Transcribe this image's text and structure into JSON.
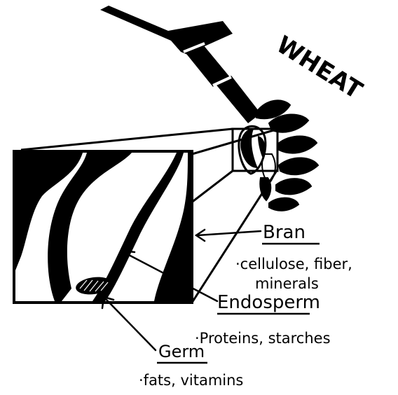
{
  "title": "WHEAT",
  "labels": {
    "bran": {
      "name": "Bran",
      "details": [
        "·cellulose, fiber,",
        "minerals"
      ]
    },
    "endosperm": {
      "name": "Endosperm",
      "details": [
        "·Proteins, starches"
      ]
    },
    "germ": {
      "name": "Germ",
      "details": [
        "·fats, vitamins"
      ]
    }
  },
  "colors": {
    "ink": "#000000",
    "paper": "#ffffff"
  }
}
